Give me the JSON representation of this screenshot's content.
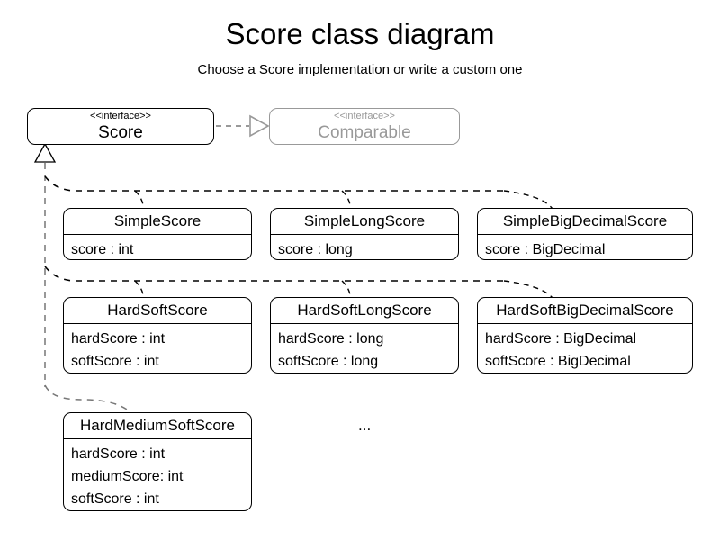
{
  "title": "Score class diagram",
  "subtitle": "Choose a Score implementation or write a custom one",
  "colors": {
    "line": "#000000",
    "muted": "#999999",
    "background": "#ffffff"
  },
  "interfaces": [
    {
      "id": "score",
      "stereotype": "<<interface>>",
      "name": "Score",
      "muted": false
    },
    {
      "id": "comparable",
      "stereotype": "<<interface>>",
      "name": "Comparable",
      "muted": true
    }
  ],
  "classes": [
    {
      "id": "simple-score",
      "name": "SimpleScore",
      "attributes": [
        "score : int"
      ]
    },
    {
      "id": "simple-long-score",
      "name": "SimpleLongScore",
      "attributes": [
        "score : long"
      ]
    },
    {
      "id": "simple-big-decimal-score",
      "name": "SimpleBigDecimalScore",
      "attributes": [
        "score : BigDecimal"
      ]
    },
    {
      "id": "hard-soft-score",
      "name": "HardSoftScore",
      "attributes": [
        "hardScore : int",
        "softScore : int"
      ]
    },
    {
      "id": "hard-soft-long-score",
      "name": "HardSoftLongScore",
      "attributes": [
        "hardScore : long",
        "softScore : long"
      ]
    },
    {
      "id": "hard-soft-big-decimal-score",
      "name": "HardSoftBigDecimalScore",
      "attributes": [
        "hardScore : BigDecimal",
        "softScore : BigDecimal"
      ]
    },
    {
      "id": "hard-medium-soft-score",
      "name": "HardMediumSoftScore",
      "attributes": [
        "hardScore : int",
        "mediumScore: int",
        "softScore : int"
      ]
    }
  ],
  "ellipsis": "...",
  "relationships": [
    {
      "type": "realization",
      "from": "score",
      "to": "comparable",
      "style": "dashed",
      "arrow": "hollow-triangle"
    },
    {
      "type": "implementation",
      "from": "simple-score",
      "to": "score",
      "style": "dashed",
      "arrow": "hollow-triangle"
    },
    {
      "type": "implementation",
      "from": "simple-long-score",
      "to": "score",
      "style": "dashed",
      "arrow": "hollow-triangle"
    },
    {
      "type": "implementation",
      "from": "simple-big-decimal-score",
      "to": "score",
      "style": "dashed",
      "arrow": "hollow-triangle"
    },
    {
      "type": "implementation",
      "from": "hard-soft-score",
      "to": "score",
      "style": "dashed",
      "arrow": "hollow-triangle"
    },
    {
      "type": "implementation",
      "from": "hard-soft-long-score",
      "to": "score",
      "style": "dashed",
      "arrow": "hollow-triangle"
    },
    {
      "type": "implementation",
      "from": "hard-soft-big-decimal-score",
      "to": "score",
      "style": "dashed",
      "arrow": "hollow-triangle"
    },
    {
      "type": "implementation",
      "from": "hard-medium-soft-score",
      "to": "score",
      "style": "dashed",
      "arrow": "hollow-triangle"
    }
  ]
}
